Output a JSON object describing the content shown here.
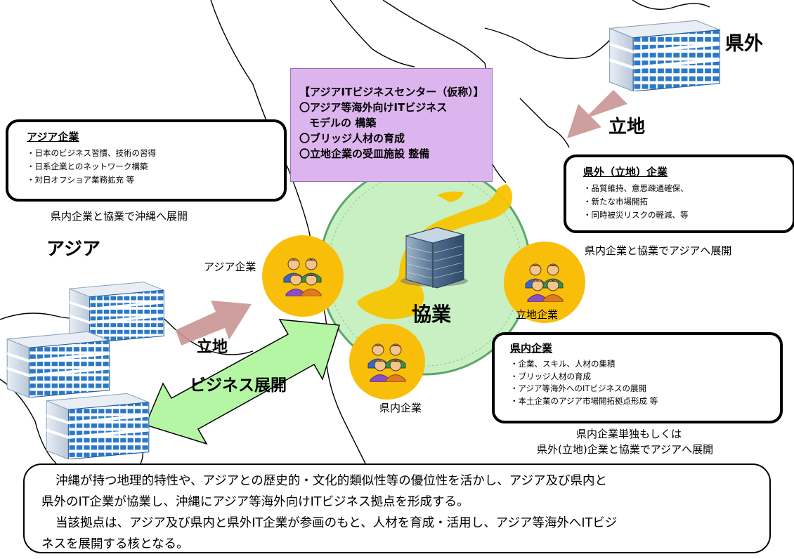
{
  "center_box": {
    "title": "【アジアITビジネスセンター（仮称）】",
    "line1": "〇アジア等海外向けITビジネス",
    "line2": "モデルの 構築",
    "line3": "〇ブリッジ人材の育成",
    "line4": "〇立地企業の受皿施設 整備"
  },
  "asia_box": {
    "heading": "アジア企業",
    "items": [
      "・日本のビジネス習慣、技術の習得",
      "・日系企業とのネットワーク構築",
      "・対日オフショア業務拡充 等"
    ]
  },
  "asia_caption": "県内企業と協業で沖縄へ展開",
  "kengai_box": {
    "heading": "県外（立地）企業",
    "items": [
      "・品質維持、意思疎通確保、",
      "・新たな市場開拓",
      "・同時被災リスクの軽減、等"
    ]
  },
  "kengai_caption": "県内企業と協業でアジアへ展開",
  "kennai_box": {
    "heading": "県内企業",
    "items": [
      "・企業、スキル、人材の集積",
      "・ブリッジ人材の育成",
      "・アジア等海外へのITビジネスの展開",
      "・本土企業のアジア市場開拓拠点形成 等"
    ]
  },
  "kennai_caption_1": "県内企業単独もしくは",
  "kennai_caption_2": "県外(立地)企業と協業でアジアへ展開",
  "labels": {
    "kengai": "県外",
    "ritchi_top": "立地",
    "asia": "アジア",
    "asia_kigyo": "アジア企業",
    "ritchi_kigyo": "立地企業",
    "kennai_kigyo": "県内企業",
    "kyogyo": "協業",
    "ritchi_left": "立地",
    "business": "ビジネス展開"
  },
  "bottom_text": {
    "line1": "沖縄が持つ地理的特性や、アジアとの歴史的・文化的類似性等の優位性を活かし、アジア及び県内と",
    "line2": "県外のIT企業が協業し、沖縄にアジア等海外向けITビジネス拠点を形成する。",
    "line3": "当該拠点は、アジア及び県内と県外IT企業が参画のもと、人材を育成・活用し、アジア等海外へITビジ",
    "line4": "ネスを展開する核となる。"
  },
  "colors": {
    "circle_fill": "#c9f0c3",
    "circle_stroke": "#5aa868",
    "people_circle": "#f9be0a",
    "island": "#f8c400",
    "purple_box": "#dcb4ee",
    "pink_arrow": "#c99594",
    "green_arrow": "#b5f6a4",
    "building_blue": "#2b78c6"
  }
}
